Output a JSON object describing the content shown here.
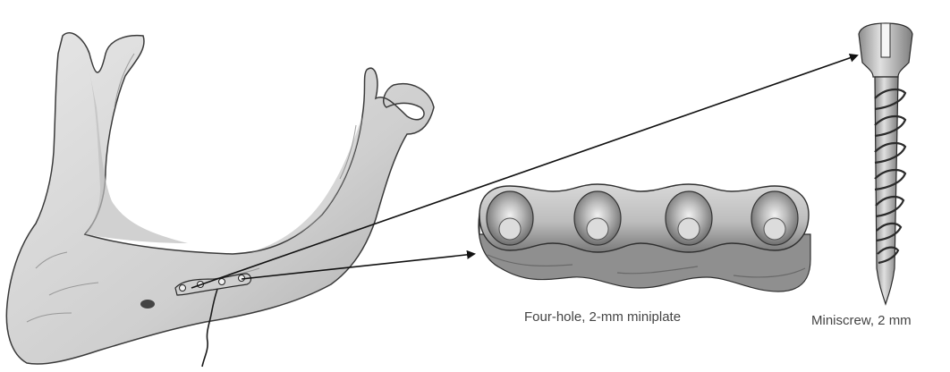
{
  "labels": {
    "miniplate": "Four-hole, 2-mm miniplate",
    "miniscrew": "Miniscrew, 2 mm"
  },
  "colors": {
    "background": "#ffffff",
    "bone_fill": "#dcdcdc",
    "bone_shade": "#b5b5b5",
    "line_dark": "#1a1a1a",
    "metal_fill": "#c8c8c8",
    "metal_shade": "#8a8a8a",
    "caption_text": "#444444"
  },
  "elements": {
    "illustration_1": "mandible with fracture line and attached miniplate",
    "illustration_2": "four-hole miniplate",
    "illustration_3": "miniscrew"
  }
}
